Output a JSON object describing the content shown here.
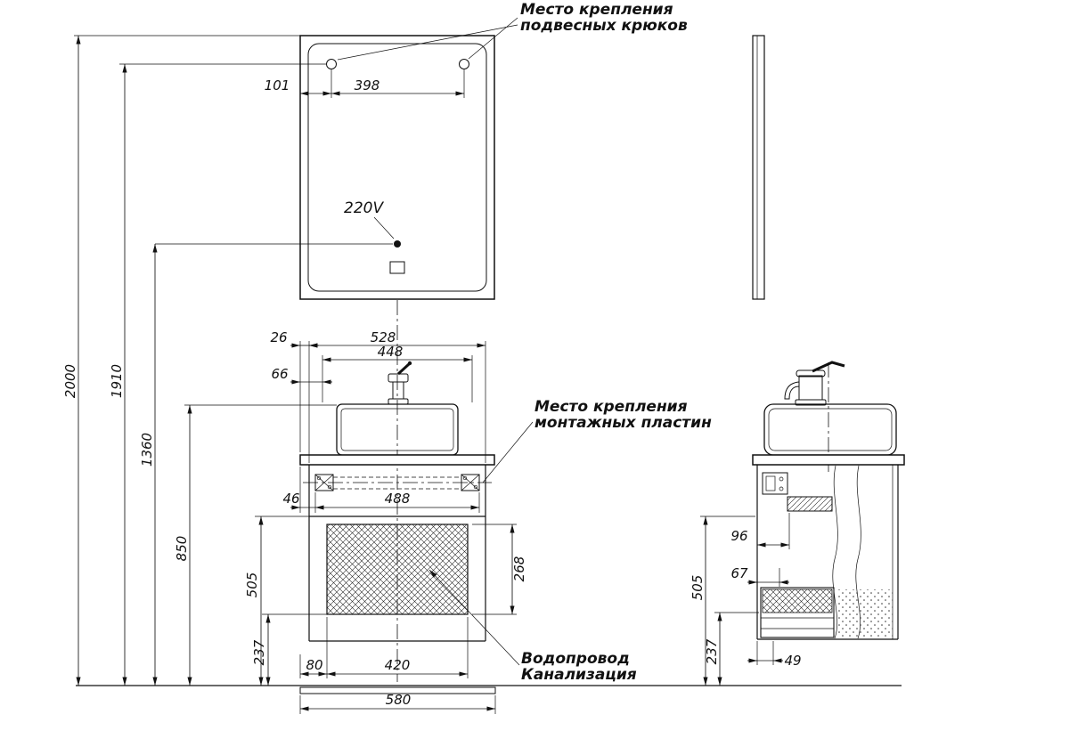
{
  "drawing": {
    "annotations": {
      "hooks_line1": "Место крепления",
      "hooks_line2": "подвесных крюков",
      "plates_line1": "Место крепления",
      "plates_line2": "монтажных пластин",
      "plumbing_line1": "Водопровод",
      "plumbing_line2": "Канализация",
      "outlet": "220V"
    },
    "dimensions": {
      "hook_offset": "101",
      "hook_spacing": "398",
      "total_height": "2000",
      "hook_height": "1910",
      "outlet_height": "1360",
      "sink_height": "850",
      "cabinet_height": "505",
      "bottom_clearance": "237",
      "overhang": "26",
      "cabinet_width": "528",
      "inner_width": "448",
      "edge_offset": "66",
      "plate_edge": "46",
      "plate_span": "488",
      "basket_height": "268",
      "basket_left": "80",
      "basket_width": "420",
      "total_width": "580",
      "side_depth_96": "96",
      "side_depth_67": "67",
      "side_height": "505",
      "side_clearance": "237",
      "side_depth_49": "49"
    }
  }
}
